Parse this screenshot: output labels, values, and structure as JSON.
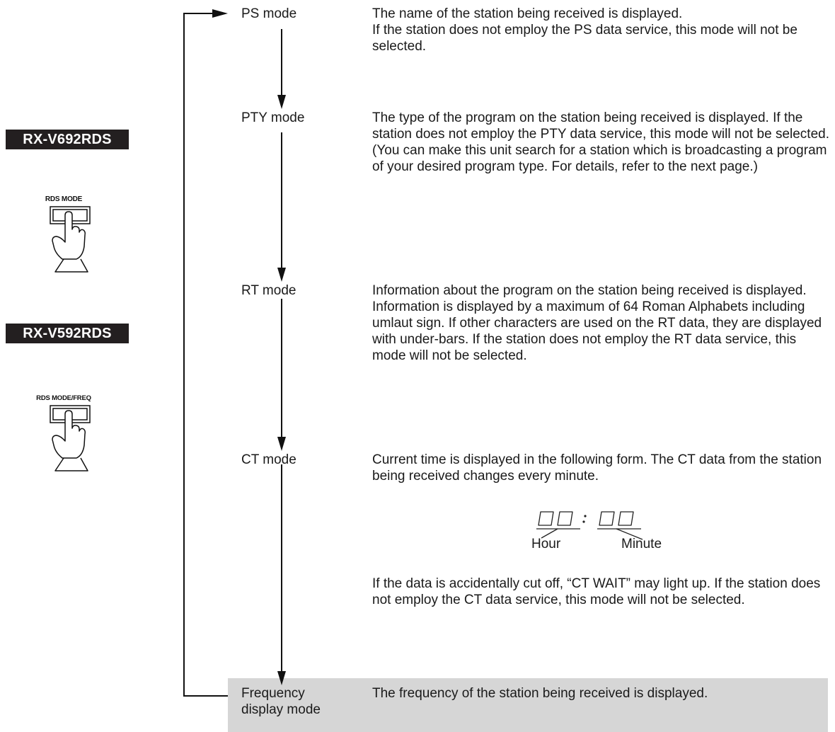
{
  "side": {
    "model1": "RX-V692RDS",
    "button1_label": "RDS MODE",
    "model2": "RX-V592RDS",
    "button2_label": "RDS MODE/FREQ"
  },
  "modes": [
    {
      "label": "PS mode",
      "desc": [
        "The name of the station being received is displayed.",
        "If the station does not employ the PS data service, this mode will not be selected."
      ]
    },
    {
      "label": "PTY mode",
      "desc": [
        "The type of the program on the station being received is displayed. If the station does not employ the PTY data service, this mode will not be selected.",
        "(You can make this unit search for a station which is broadcasting a program of your desired program type. For details, refer to the next page.)"
      ]
    },
    {
      "label": "RT mode",
      "desc": [
        "Information about the program on the station being received is displayed.  Information is displayed by a maximum of 64 Roman Alphabets including umlaut sign.  If other characters are used on the RT data, they are displayed with under-bars. If the station does not employ the RT data service, this mode will not be selected."
      ]
    },
    {
      "label": "CT mode",
      "desc": [
        "Current time is displayed in the following form. The CT data from the station being received changes every minute."
      ],
      "after": "If the data is accidentally cut off, “CT WAIT” may light up. If the station does not employ the CT data service, this mode will not be selected."
    },
    {
      "label": "Frequency display mode",
      "desc": [
        "The frequency of the station being received is displayed."
      ]
    }
  ],
  "clock": {
    "hour_label": "Hour",
    "minute_label": "Minute"
  }
}
